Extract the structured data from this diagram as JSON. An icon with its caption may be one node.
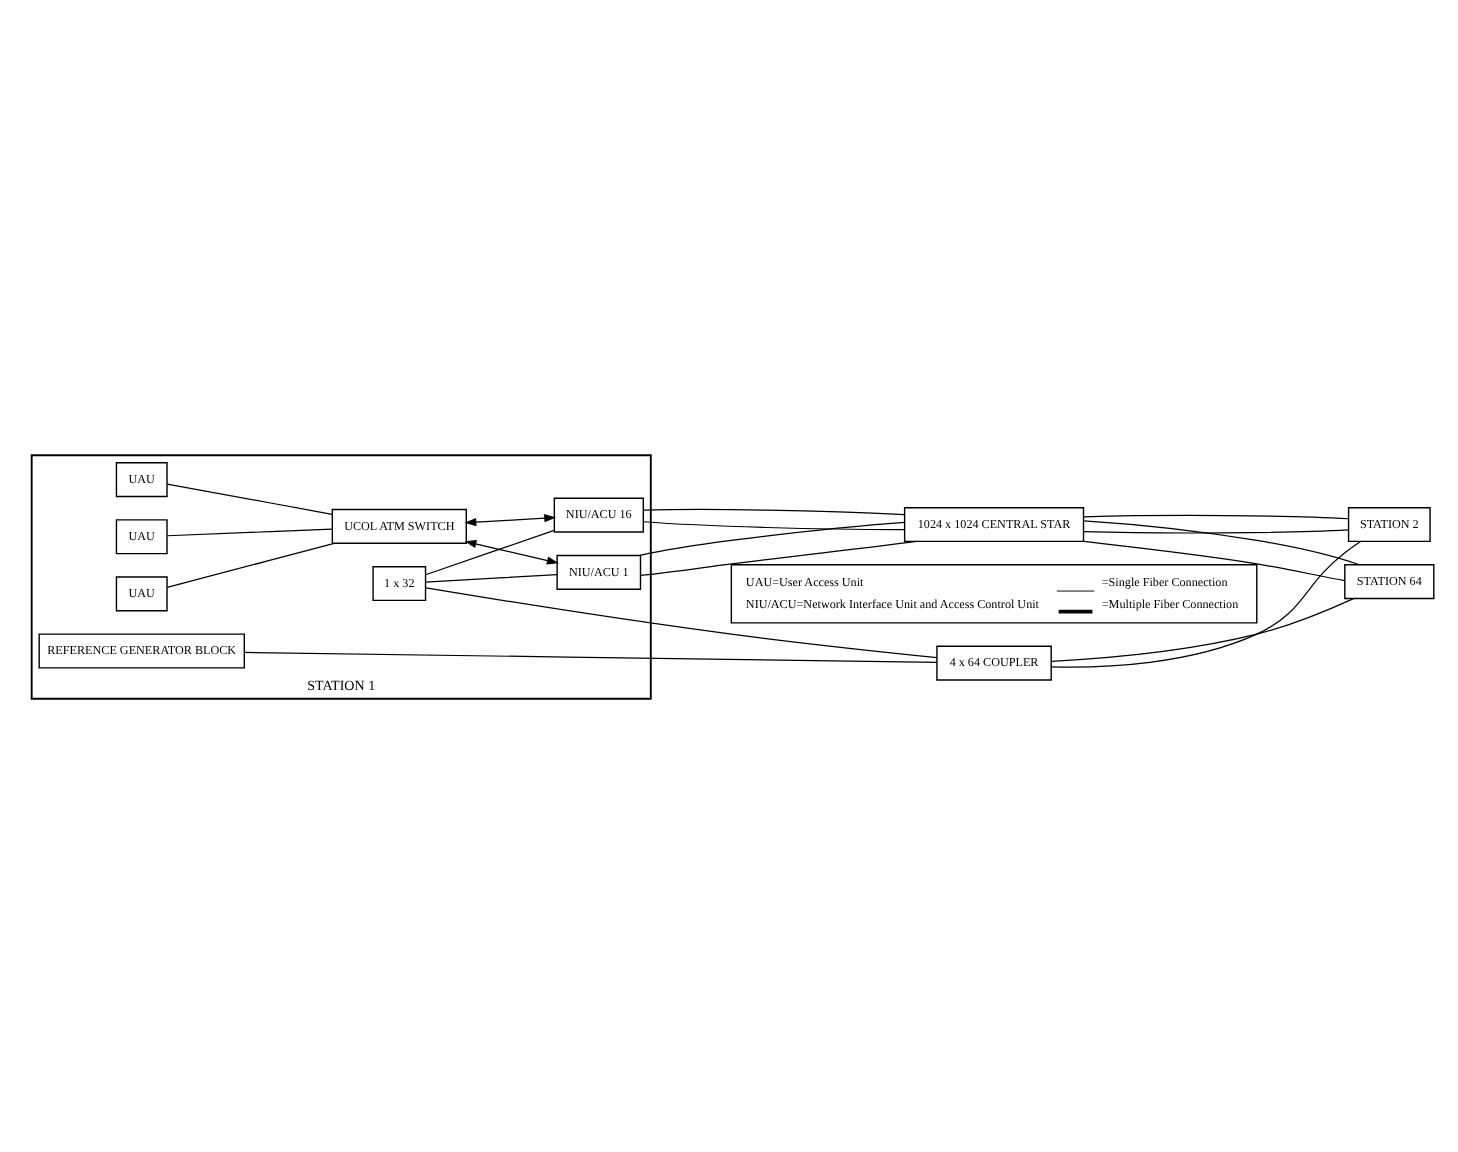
{
  "diagram": {
    "nodes": [
      {
        "text": [
          "STATION 1"
        ]
      },
      {
        "text": [
          "REFERENCE GENERATOR BLOCK"
        ],
        "in": 0
      },
      {
        "text": [
          "1 x 32"
        ],
        "in": 0
      },
      {
        "text": [
          "UAU"
        ],
        "in": 0
      },
      {
        "text": [
          "UAU"
        ],
        "in": 0
      },
      {
        "text": [
          "UAU"
        ],
        "in": 0
      },
      {
        "text": [
          "UCOL ATM SWITCH"
        ],
        "in": 0
      },
      {
        "text": [
          "NIU/ACU 1"
        ],
        "in": 0
      },
      {
        "text": [
          "NIU/ACU 16"
        ],
        "in": 0
      },
      {
        "text": [
          "4 x 64 COUPLER"
        ]
      },
      {
        "text": [
          "1024 x 1024 CENTRAL STAR"
        ]
      },
      {
        "text": [
          "STATION 2"
        ]
      },
      {
        "text": [
          "STATION 64"
        ]
      }
    ],
    "edges": [
      {
        "from": 3,
        "to": 6,
        "arrow": "none"
      },
      {
        "from": 4,
        "to": 6,
        "arrow": "none"
      },
      {
        "from": 5,
        "to": 6,
        "arrow": "none"
      },
      {
        "from": 6,
        "to": 7,
        "arrow": "both"
      },
      {
        "from": 6,
        "to": 8,
        "arrow": "both"
      },
      {
        "from": 2,
        "to": 7,
        "arrow": "none"
      },
      {
        "from": 2,
        "to": 8,
        "arrow": "none"
      },
      {
        "from": 1,
        "to": 9,
        "arrow": "none"
      },
      {
        "from": 2,
        "to": 9,
        "arrow": "none"
      },
      {
        "from": 7,
        "to": 10,
        "arrow": "none"
      },
      {
        "from": 7,
        "to": 10,
        "arrow": "none"
      },
      {
        "from": 8,
        "to": 10,
        "arrow": "none"
      },
      {
        "from": 8,
        "to": 10,
        "arrow": "none"
      },
      {
        "from": 9,
        "to": 11,
        "arrow": "none"
      },
      {
        "from": 9,
        "to": 12,
        "arrow": "none"
      },
      {
        "from": 10,
        "to": 11,
        "arrow": "none"
      },
      {
        "from": 10,
        "to": 11,
        "arrow": "none"
      },
      {
        "from": 10,
        "to": 12,
        "arrow": "none"
      },
      {
        "from": 10,
        "to": 12,
        "arrow": "none"
      }
    ],
    "labels": [
      "UAU=User Access Unit",
      "NIU/ACU=Network Interface Unit and Access Control Unit"
    ],
    "legend": [
      {
        "text": "=Single Fiber Connection"
      },
      {
        "text": "=Multiple Fiber Connection"
      }
    ]
  }
}
